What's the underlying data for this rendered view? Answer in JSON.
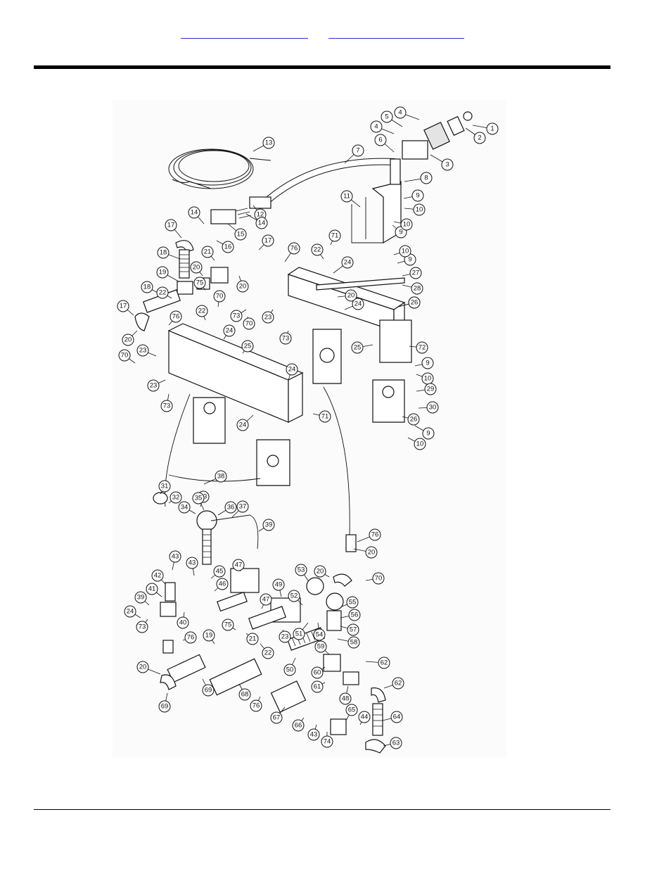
{
  "header": {
    "links": [
      {
        "label": ""
      },
      {
        "label": ""
      }
    ]
  },
  "diagram": {
    "callouts": [
      "1",
      "2",
      "3",
      "4",
      "4",
      "5",
      "6",
      "7",
      "8",
      "9",
      "9",
      "9",
      "9",
      "9",
      "10",
      "10",
      "10",
      "10",
      "10",
      "11",
      "12",
      "13",
      "14",
      "14",
      "15",
      "16",
      "17",
      "17",
      "17",
      "18",
      "18",
      "19",
      "19",
      "20",
      "20",
      "20",
      "20",
      "20",
      "20",
      "20",
      "21",
      "21",
      "22",
      "22",
      "22",
      "22",
      "23",
      "23",
      "23",
      "23",
      "24",
      "24",
      "24",
      "24",
      "24",
      "24",
      "24",
      "25",
      "25",
      "26",
      "26",
      "27",
      "28",
      "29",
      "30",
      "31",
      "32",
      "33",
      "34",
      "35",
      "36",
      "37",
      "38",
      "39",
      "39",
      "40",
      "41",
      "42",
      "43",
      "43",
      "43",
      "44",
      "45",
      "46",
      "47",
      "47",
      "48",
      "49",
      "50",
      "51",
      "52",
      "53",
      "54",
      "55",
      "56",
      "57",
      "58",
      "59",
      "60",
      "61",
      "62",
      "62",
      "63",
      "64",
      "65",
      "66",
      "67",
      "68",
      "69",
      "69",
      "70",
      "70",
      "70",
      "70",
      "71",
      "71",
      "72",
      "73",
      "73",
      "73",
      "73",
      "74",
      "75",
      "75",
      "76",
      "76",
      "76",
      "76",
      "76"
    ]
  }
}
